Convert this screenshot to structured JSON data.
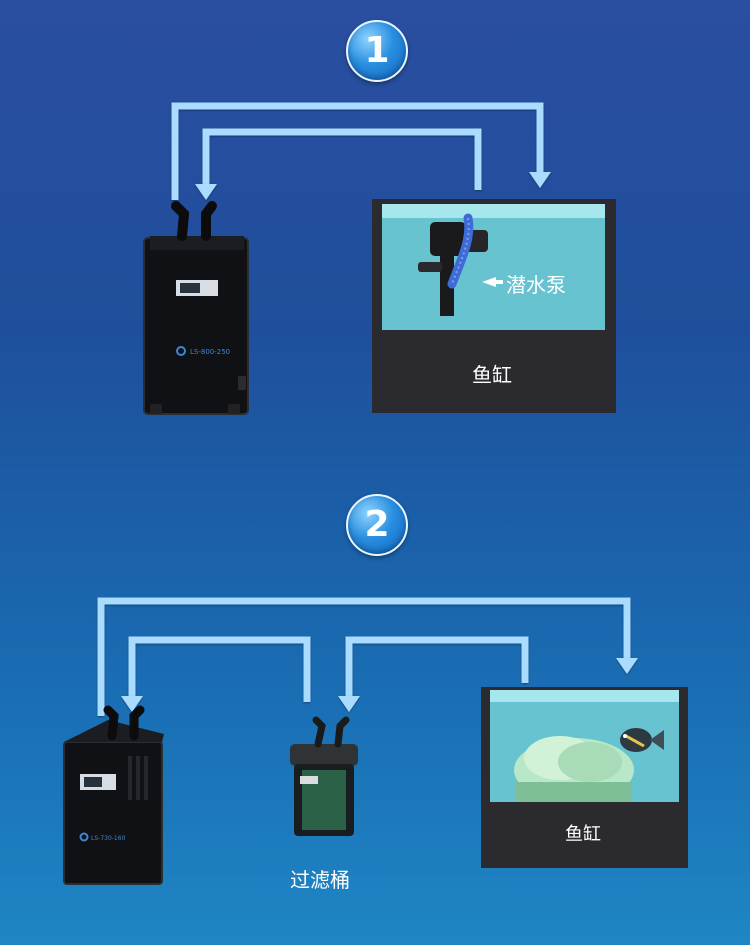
{
  "steps": [
    {
      "number": "1",
      "tank_label": "鱼缸",
      "pump_label": "潜水泵"
    },
    {
      "number": "2",
      "tank_label": "鱼缸",
      "filter_label": "过滤桶"
    }
  ],
  "colors": {
    "pipe": "#a9dcff",
    "water": "#67c3d0",
    "tank_base": "#2b2b2f",
    "chiller": "#101114"
  },
  "devices": {
    "chiller_1_model": "LS-800-250",
    "chiller_2_model": "LS-730-160"
  }
}
